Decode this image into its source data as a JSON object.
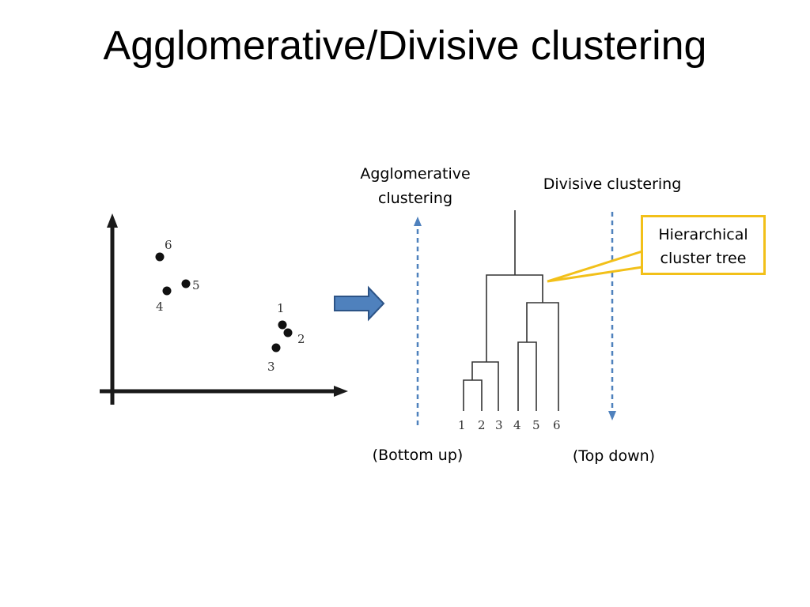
{
  "title": "Agglomerative/Divisive clustering",
  "agglomerative_label": [
    "Agglomerative",
    "clustering"
  ],
  "divisive_label": "Divisive clustering",
  "bottom_up_label": "(Bottom up)",
  "top_down_label": "(Top down)",
  "callout_text": [
    "Hierarchical",
    "cluster tree"
  ],
  "scatter_points": [
    {
      "label": "1"
    },
    {
      "label": "2"
    },
    {
      "label": "3"
    },
    {
      "label": "4"
    },
    {
      "label": "5"
    },
    {
      "label": "6"
    }
  ],
  "dendrogram_leaves": [
    "1",
    "2",
    "3",
    "4",
    "5",
    "6"
  ],
  "colors": {
    "arrow_fill": "#4f81bd",
    "arrow_stroke": "#2c5386",
    "dashed_line": "#4f81bd",
    "callout_border": "#f2c019"
  }
}
